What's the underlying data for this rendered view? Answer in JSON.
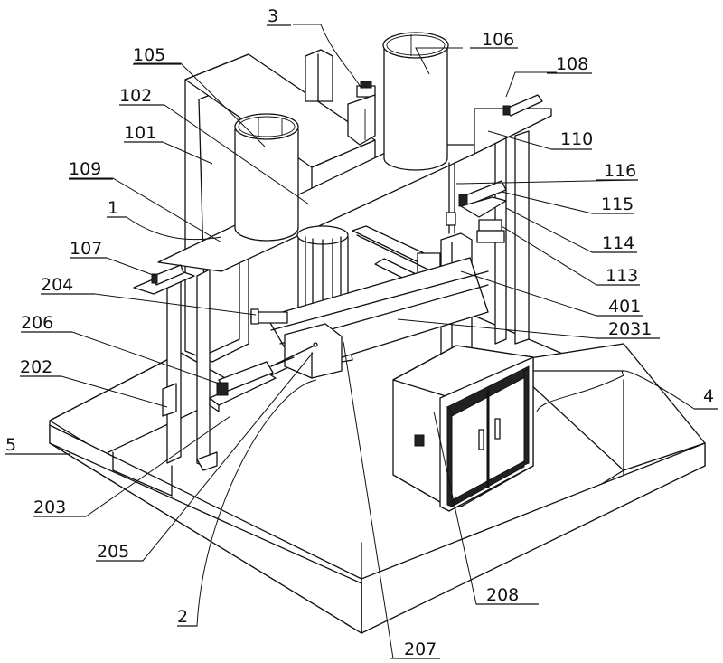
{
  "figure": {
    "type": "patent mechanical drawing (isometric)",
    "callouts": [
      {
        "id": "c3",
        "label": "3"
      },
      {
        "id": "c105",
        "label": "105"
      },
      {
        "id": "c106",
        "label": "106"
      },
      {
        "id": "c102",
        "label": "102"
      },
      {
        "id": "c108",
        "label": "108"
      },
      {
        "id": "c101",
        "label": "101"
      },
      {
        "id": "c110",
        "label": "110"
      },
      {
        "id": "c109",
        "label": "109"
      },
      {
        "id": "c116",
        "label": "116"
      },
      {
        "id": "c115",
        "label": "115"
      },
      {
        "id": "c1",
        "label": "1"
      },
      {
        "id": "c114",
        "label": "114"
      },
      {
        "id": "c107",
        "label": "107"
      },
      {
        "id": "c113",
        "label": "113"
      },
      {
        "id": "c204",
        "label": "204"
      },
      {
        "id": "c401",
        "label": "401"
      },
      {
        "id": "c2031",
        "label": "2031"
      },
      {
        "id": "c206",
        "label": "206"
      },
      {
        "id": "c202",
        "label": "202"
      },
      {
        "id": "c4",
        "label": "4"
      },
      {
        "id": "c5",
        "label": "5"
      },
      {
        "id": "c203",
        "label": "203"
      },
      {
        "id": "c205",
        "label": "205"
      },
      {
        "id": "c208",
        "label": "208"
      },
      {
        "id": "c2",
        "label": "2"
      },
      {
        "id": "c207",
        "label": "207"
      }
    ]
  }
}
